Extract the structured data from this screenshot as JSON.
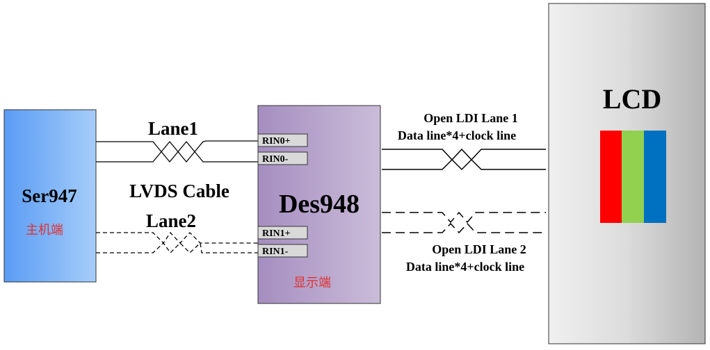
{
  "ser": {
    "name": "Ser947",
    "sub": "主机端"
  },
  "des": {
    "name": "Des948",
    "sub": "显示端"
  },
  "lcd": {
    "name": "LCD",
    "stripe_colors": [
      "#ff0000",
      "#92d050",
      "#0070c0"
    ]
  },
  "cable": {
    "lane1": "Lane1",
    "title": "LVDS Cable",
    "lane2": "Lane2"
  },
  "pins": {
    "rin0p": "RIN0+",
    "rin0m": "RIN0-",
    "rin1p": "RIN1+",
    "rin1m": "RIN1-"
  },
  "ldi1": {
    "title": "Open LDI Lane 1",
    "desc": "Data line*4+clock line"
  },
  "ldi2": {
    "title": "Open LDI Lane 2",
    "desc": "Data line*4+clock line"
  },
  "colors": {
    "ser_left": "#5a9cf4",
    "ser_right": "#a6cdfa",
    "des_left": "#a58ec0",
    "des_right": "#cbbcd9",
    "lcd_left": "#f0f0f0",
    "lcd_right": "#b4b4b4",
    "chinese_text": "#e03030"
  }
}
